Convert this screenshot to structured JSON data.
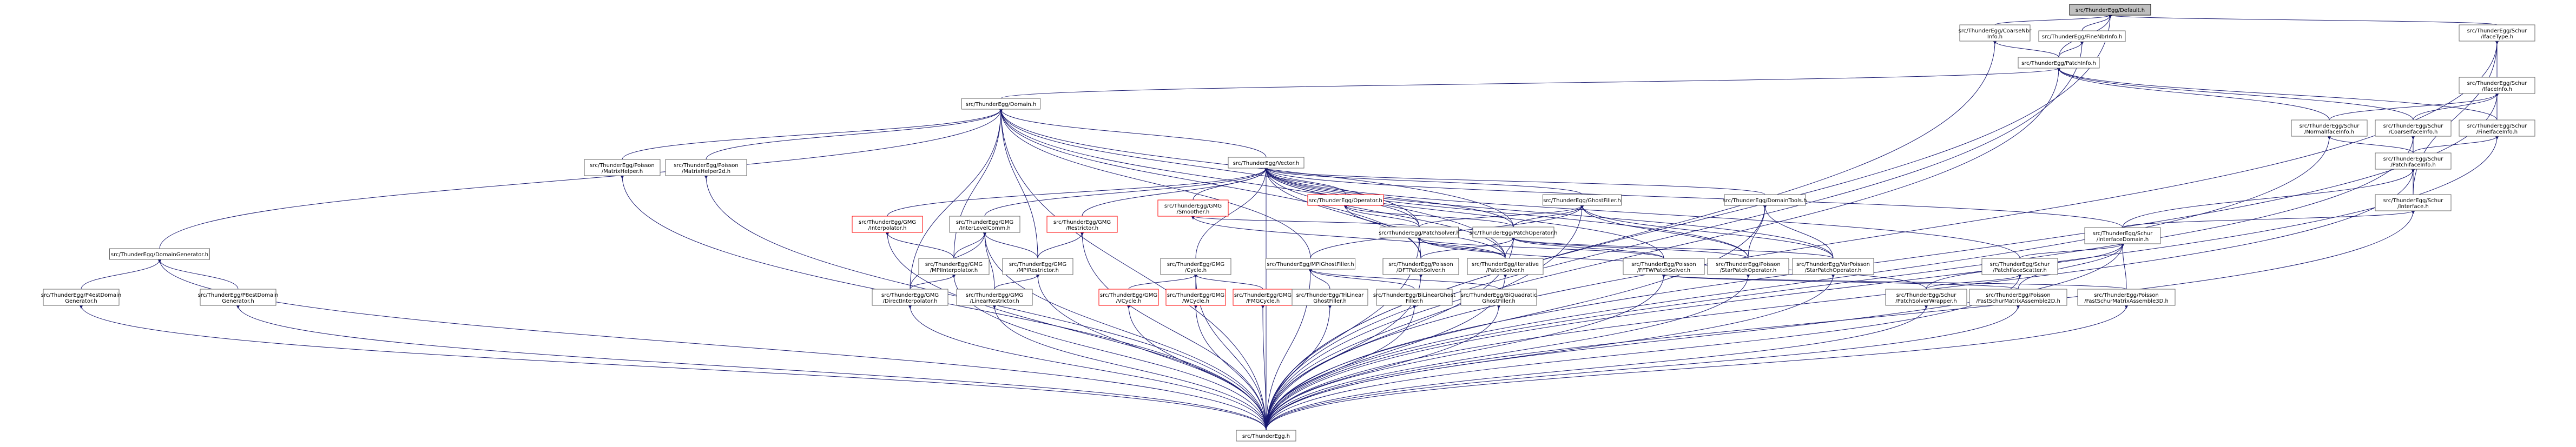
{
  "colors": {
    "edge": "#191970",
    "root_fill": "#bfbfbf",
    "border": "#666666",
    "incomplete_border": "#ff0000"
  },
  "nodes": [
    {
      "id": "Default",
      "label": [
        "src/ThunderEgg/Default.h"
      ],
      "root": true
    },
    {
      "id": "CoarseNbrInfo",
      "label": [
        "src/ThunderEgg/CoarseNbr",
        "Info.h"
      ]
    },
    {
      "id": "FineNbrInfo",
      "label": [
        "src/ThunderEgg/FineNbrInfo.h"
      ]
    },
    {
      "id": "SchurIfaceType",
      "label": [
        "src/ThunderEgg/Schur",
        "/IfaceType.h"
      ]
    },
    {
      "id": "PatchInfo",
      "label": [
        "src/ThunderEgg/PatchInfo.h"
      ]
    },
    {
      "id": "SchurIfaceInfo",
      "label": [
        "src/ThunderEgg/Schur",
        "/IfaceInfo.h"
      ]
    },
    {
      "id": "Domain",
      "label": [
        "src/ThunderEgg/Domain.h"
      ]
    },
    {
      "id": "NormalIfaceInfo",
      "label": [
        "src/ThunderEgg/Schur",
        "/NormalIfaceInfo.h"
      ]
    },
    {
      "id": "CoarseIfaceInfo",
      "label": [
        "src/ThunderEgg/Schur",
        "/CoarseIfaceInfo.h"
      ]
    },
    {
      "id": "FineIfaceInfo",
      "label": [
        "src/ThunderEgg/Schur",
        "/FineIfaceInfo.h"
      ]
    },
    {
      "id": "PatchIfaceInfo",
      "label": [
        "src/ThunderEgg/Schur",
        "/PatchIfaceInfo.h"
      ]
    },
    {
      "id": "SchurInterface",
      "label": [
        "src/ThunderEgg/Schur",
        "/Interface.h"
      ]
    },
    {
      "id": "Vector",
      "label": [
        "src/ThunderEgg/Vector.h"
      ]
    },
    {
      "id": "MatrixHelper",
      "label": [
        "src/ThunderEgg/Poisson",
        "/MatrixHelper.h"
      ]
    },
    {
      "id": "MatrixHelper2d",
      "label": [
        "src/ThunderEgg/Poisson",
        "/MatrixHelper2d.h"
      ]
    },
    {
      "id": "DomainGenerator",
      "label": [
        "src/ThunderEgg/DomainGenerator.h"
      ]
    },
    {
      "id": "GMGInterpolator",
      "label": [
        "src/ThunderEgg/GMG",
        "/Interpolator.h"
      ],
      "red": true
    },
    {
      "id": "InterLevelComm",
      "label": [
        "src/ThunderEgg/GMG",
        "/InterLevelComm.h"
      ]
    },
    {
      "id": "GMGRestrictor",
      "label": [
        "src/ThunderEgg/GMG",
        "/Restrictor.h"
      ],
      "red": true
    },
    {
      "id": "GMGSmoother",
      "label": [
        "src/ThunderEgg/GMG",
        "/Smoother.h"
      ],
      "red": true
    },
    {
      "id": "IterOperator",
      "label": [
        "src/ThunderEgg/Operator.h"
      ],
      "red": true
    },
    {
      "id": "GhostFiller",
      "label": [
        "src/ThunderEgg/GhostFiller.h"
      ]
    },
    {
      "id": "DomainTools",
      "label": [
        "src/ThunderEgg/DomainTools.h"
      ]
    },
    {
      "id": "InterfaceDomain",
      "label": [
        "src/ThunderEgg/Schur",
        "/InterfaceDomain.h"
      ]
    },
    {
      "id": "PatchSolver",
      "label": [
        "src/ThunderEgg/PatchSolver.h"
      ]
    },
    {
      "id": "PatchOperator",
      "label": [
        "src/ThunderEgg/PatchOperator.h"
      ]
    },
    {
      "id": "MPIInterpolator",
      "label": [
        "src/ThunderEgg/GMG",
        "/MPIInterpolator.h"
      ]
    },
    {
      "id": "MPIRestrictor",
      "label": [
        "src/ThunderEgg/GMG",
        "/MPIRestrictor.h"
      ]
    },
    {
      "id": "GMGCycle",
      "label": [
        "src/ThunderEgg/GMG",
        "/Cycle.h"
      ]
    },
    {
      "id": "MPIGhostFiller",
      "label": [
        "src/ThunderEgg/MPIGhostFiller.h"
      ]
    },
    {
      "id": "DFTPatchSolver",
      "label": [
        "src/ThunderEgg/Poisson",
        "/DFTPatchSolver.h"
      ]
    },
    {
      "id": "IterativePatchSolver",
      "label": [
        "src/ThunderEgg/Iterative",
        "/PatchSolver.h"
      ]
    },
    {
      "id": "FFTWPatchSolver",
      "label": [
        "src/ThunderEgg/Poisson",
        "/FFTWPatchSolver.h"
      ]
    },
    {
      "id": "StarPatchOperator",
      "label": [
        "src/ThunderEgg/Poisson",
        "/StarPatchOperator.h"
      ]
    },
    {
      "id": "VarPoissonStar",
      "label": [
        "src/ThunderEgg/VarPoisson",
        "/StarPatchOperator.h"
      ]
    },
    {
      "id": "PatchIfaceScatter",
      "label": [
        "src/ThunderEgg/Schur",
        "/PatchIfaceScatter.h"
      ]
    },
    {
      "id": "P4estDomainGenerator",
      "label": [
        "src/ThunderEgg/P4estDomain",
        "Generator.h"
      ]
    },
    {
      "id": "P8estDomainGenerator",
      "label": [
        "src/ThunderEgg/P8estDomain",
        "Generator.h"
      ]
    },
    {
      "id": "DirectInterpolator",
      "label": [
        "src/ThunderEgg/GMG",
        "/DirectInterpolator.h"
      ]
    },
    {
      "id": "LinearRestrictor",
      "label": [
        "src/ThunderEgg/GMG",
        "/LinearRestrictor.h"
      ]
    },
    {
      "id": "VCycle",
      "label": [
        "src/ThunderEgg/GMG",
        "/VCycle.h"
      ],
      "red": true
    },
    {
      "id": "WCycle",
      "label": [
        "src/ThunderEgg/GMG",
        "/WCycle.h"
      ],
      "red": true
    },
    {
      "id": "FMGCycle",
      "label": [
        "src/ThunderEgg/GMG",
        "/FMGCycle.h"
      ],
      "red": true
    },
    {
      "id": "TriLinearGhostFiller",
      "label": [
        "src/ThunderEgg/TriLinear",
        "GhostFiller.h"
      ]
    },
    {
      "id": "BiLinearGhostFiller",
      "label": [
        "src/ThunderEgg/BiLinearGhost",
        "Filler.h"
      ]
    },
    {
      "id": "BiQuadraticGhostFiller",
      "label": [
        "src/ThunderEgg/BiQuadratic",
        "GhostFiller.h"
      ]
    },
    {
      "id": "PatchSolverWrapper",
      "label": [
        "src/ThunderEgg/Schur",
        "/PatchSolverWrapper.h"
      ]
    },
    {
      "id": "FastSchur2D",
      "label": [
        "src/ThunderEgg/Poisson",
        "/FastSchurMatrixAssemble2D.h"
      ]
    },
    {
      "id": "FastSchur3D",
      "label": [
        "src/ThunderEgg/Poisson",
        "/FastSchurMatrixAssemble3D.h"
      ]
    },
    {
      "id": "ThunderEgg",
      "label": [
        "src/ThunderEgg.h"
      ]
    }
  ],
  "edges": [
    [
      "Default",
      "CoarseNbrInfo"
    ],
    [
      "Default",
      "FineNbrInfo"
    ],
    [
      "Default",
      "SchurIfaceType"
    ],
    [
      "Default",
      "PatchInfo"
    ],
    [
      "Default",
      "ThunderEgg"
    ],
    [
      "CoarseNbrInfo",
      "PatchInfo"
    ],
    [
      "CoarseNbrInfo",
      "ThunderEgg"
    ],
    [
      "FineNbrInfo",
      "PatchInfo"
    ],
    [
      "FineNbrInfo",
      "ThunderEgg"
    ],
    [
      "SchurIfaceType",
      "SchurIfaceInfo"
    ],
    [
      "SchurIfaceType",
      "SchurInterface"
    ],
    [
      "SchurIfaceType",
      "ThunderEgg"
    ],
    [
      "PatchInfo",
      "Domain"
    ],
    [
      "PatchInfo",
      "NormalIfaceInfo"
    ],
    [
      "PatchInfo",
      "CoarseIfaceInfo"
    ],
    [
      "PatchInfo",
      "FineIfaceInfo"
    ],
    [
      "PatchInfo",
      "ThunderEgg"
    ],
    [
      "SchurIfaceInfo",
      "NormalIfaceInfo"
    ],
    [
      "SchurIfaceInfo",
      "CoarseIfaceInfo"
    ],
    [
      "SchurIfaceInfo",
      "FineIfaceInfo"
    ],
    [
      "SchurIfaceInfo",
      "ThunderEgg"
    ],
    [
      "NormalIfaceInfo",
      "PatchIfaceInfo"
    ],
    [
      "NormalIfaceInfo",
      "ThunderEgg"
    ],
    [
      "CoarseIfaceInfo",
      "PatchIfaceInfo"
    ],
    [
      "CoarseIfaceInfo",
      "ThunderEgg"
    ],
    [
      "FineIfaceInfo",
      "PatchIfaceInfo"
    ],
    [
      "FineIfaceInfo",
      "ThunderEgg"
    ],
    [
      "PatchIfaceInfo",
      "SchurInterface"
    ],
    [
      "PatchIfaceInfo",
      "InterfaceDomain"
    ],
    [
      "PatchIfaceInfo",
      "ThunderEgg"
    ],
    [
      "SchurInterface",
      "InterfaceDomain"
    ],
    [
      "SchurInterface",
      "ThunderEgg"
    ],
    [
      "Domain",
      "Vector"
    ],
    [
      "Domain",
      "MatrixHelper"
    ],
    [
      "Domain",
      "MatrixHelper2d"
    ],
    [
      "Domain",
      "DomainGenerator"
    ],
    [
      "Domain",
      "PatchSolver"
    ],
    [
      "Domain",
      "PatchOperator"
    ],
    [
      "Domain",
      "MPIInterpolator"
    ],
    [
      "Domain",
      "MPIRestrictor"
    ],
    [
      "Domain",
      "MPIGhostFiller"
    ],
    [
      "Domain",
      "DFTPatchSolver"
    ],
    [
      "Domain",
      "IterativePatchSolver"
    ],
    [
      "Domain",
      "DirectInterpolator"
    ],
    [
      "Domain",
      "ThunderEgg"
    ],
    [
      "Vector",
      "GMGInterpolator"
    ],
    [
      "Vector",
      "InterLevelComm"
    ],
    [
      "Vector",
      "GMGRestrictor"
    ],
    [
      "Vector",
      "GMGSmoother"
    ],
    [
      "Vector",
      "IterOperator"
    ],
    [
      "Vector",
      "GhostFiller"
    ],
    [
      "Vector",
      "DomainTools"
    ],
    [
      "Vector",
      "InterfaceDomain"
    ],
    [
      "Vector",
      "PatchSolver"
    ],
    [
      "Vector",
      "PatchOperator"
    ],
    [
      "Vector",
      "GMGCycle"
    ],
    [
      "Vector",
      "DFTPatchSolver"
    ],
    [
      "Vector",
      "IterativePatchSolver"
    ],
    [
      "Vector",
      "FFTWPatchSolver"
    ],
    [
      "Vector",
      "StarPatchOperator"
    ],
    [
      "Vector",
      "VarPoissonStar"
    ],
    [
      "Vector",
      "PatchIfaceScatter"
    ],
    [
      "Vector",
      "ThunderEgg"
    ],
    [
      "MatrixHelper",
      "ThunderEgg"
    ],
    [
      "MatrixHelper2d",
      "ThunderEgg"
    ],
    [
      "DomainGenerator",
      "P4estDomainGenerator"
    ],
    [
      "DomainGenerator",
      "P8estDomainGenerator"
    ],
    [
      "DomainGenerator",
      "ThunderEgg"
    ],
    [
      "GMGInterpolator",
      "MPIInterpolator"
    ],
    [
      "GMGInterpolator",
      "ThunderEgg"
    ],
    [
      "InterLevelComm",
      "MPIInterpolator"
    ],
    [
      "InterLevelComm",
      "MPIRestrictor"
    ],
    [
      "InterLevelComm",
      "DirectInterpolator"
    ],
    [
      "InterLevelComm",
      "LinearRestrictor"
    ],
    [
      "InterLevelComm",
      "ThunderEgg"
    ],
    [
      "GMGRestrictor",
      "MPIRestrictor"
    ],
    [
      "GMGRestrictor",
      "ThunderEgg"
    ],
    [
      "GMGSmoother",
      "PatchSolver"
    ],
    [
      "GMGSmoother",
      "IterativePatchSolver"
    ],
    [
      "IterOperator",
      "PatchSolver"
    ],
    [
      "IterOperator",
      "PatchOperator"
    ],
    [
      "IterOperator",
      "IterativePatchSolver"
    ],
    [
      "GhostFiller",
      "MPIGhostFiller"
    ],
    [
      "GhostFiller",
      "PatchSolver"
    ],
    [
      "GhostFiller",
      "PatchOperator"
    ],
    [
      "GhostFiller",
      "StarPatchOperator"
    ],
    [
      "GhostFiller",
      "VarPoissonStar"
    ],
    [
      "GhostFiller",
      "ThunderEgg"
    ],
    [
      "DomainTools",
      "StarPatchOperator"
    ],
    [
      "DomainTools",
      "VarPoissonStar"
    ],
    [
      "DomainTools",
      "ThunderEgg"
    ],
    [
      "InterfaceDomain",
      "PatchIfaceScatter"
    ],
    [
      "InterfaceDomain",
      "PatchSolverWrapper"
    ],
    [
      "InterfaceDomain",
      "FastSchur2D"
    ],
    [
      "InterfaceDomain",
      "FastSchur3D"
    ],
    [
      "InterfaceDomain",
      "ThunderEgg"
    ],
    [
      "PatchSolver",
      "DFTPatchSolver"
    ],
    [
      "PatchSolver",
      "IterativePatchSolver"
    ],
    [
      "PatchSolver",
      "FFTWPatchSolver"
    ],
    [
      "PatchSolver",
      "PatchSolverWrapper"
    ],
    [
      "PatchSolver",
      "ThunderEgg"
    ],
    [
      "PatchOperator",
      "IterativePatchSolver"
    ],
    [
      "PatchOperator",
      "FFTWPatchSolver"
    ],
    [
      "PatchOperator",
      "StarPatchOperator"
    ],
    [
      "PatchOperator",
      "VarPoissonStar"
    ],
    [
      "PatchOperator",
      "DFTPatchSolver"
    ],
    [
      "PatchOperator",
      "ThunderEgg"
    ],
    [
      "MPIInterpolator",
      "DirectInterpolator"
    ],
    [
      "MPIInterpolator",
      "ThunderEgg"
    ],
    [
      "MPIRestrictor",
      "LinearRestrictor"
    ],
    [
      "MPIRestrictor",
      "ThunderEgg"
    ],
    [
      "GMGCycle",
      "VCycle"
    ],
    [
      "GMGCycle",
      "WCycle"
    ],
    [
      "GMGCycle",
      "FMGCycle"
    ],
    [
      "GMGCycle",
      "ThunderEgg"
    ],
    [
      "MPIGhostFiller",
      "TriLinearGhostFiller"
    ],
    [
      "MPIGhostFiller",
      "BiLinearGhostFiller"
    ],
    [
      "MPIGhostFiller",
      "BiQuadraticGhostFiller"
    ],
    [
      "MPIGhostFiller",
      "ThunderEgg"
    ],
    [
      "DFTPatchSolver",
      "ThunderEgg"
    ],
    [
      "IterativePatchSolver",
      "ThunderEgg"
    ],
    [
      "FFTWPatchSolver",
      "FastSchur2D"
    ],
    [
      "FFTWPatchSolver",
      "FastSchur3D"
    ],
    [
      "FFTWPatchSolver",
      "ThunderEgg"
    ],
    [
      "StarPatchOperator",
      "ThunderEgg"
    ],
    [
      "VarPoissonStar",
      "ThunderEgg"
    ],
    [
      "PatchIfaceScatter",
      "PatchSolverWrapper"
    ],
    [
      "PatchIfaceScatter",
      "ThunderEgg"
    ],
    [
      "P4estDomainGenerator",
      "ThunderEgg"
    ],
    [
      "P8estDomainGenerator",
      "ThunderEgg"
    ],
    [
      "DirectInterpolator",
      "ThunderEgg"
    ],
    [
      "LinearRestrictor",
      "ThunderEgg"
    ],
    [
      "VCycle",
      "ThunderEgg"
    ],
    [
      "WCycle",
      "ThunderEgg"
    ],
    [
      "FMGCycle",
      "ThunderEgg"
    ],
    [
      "TriLinearGhostFiller",
      "ThunderEgg"
    ],
    [
      "BiLinearGhostFiller",
      "ThunderEgg"
    ],
    [
      "BiQuadraticGhostFiller",
      "ThunderEgg"
    ],
    [
      "PatchSolverWrapper",
      "ThunderEgg"
    ],
    [
      "FastSchur2D",
      "ThunderEgg"
    ],
    [
      "FastSchur3D",
      "ThunderEgg"
    ]
  ]
}
